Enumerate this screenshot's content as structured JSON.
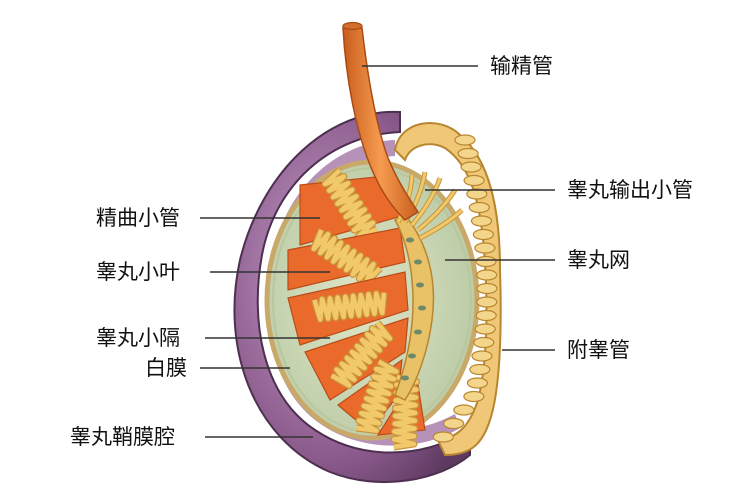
{
  "labels": {
    "vas_deferens": "输精管",
    "efferent_ductules": "睾丸输出小管",
    "rete_testis": "睾丸网",
    "epididymis": "附睾管",
    "seminiferous_tubule": "精曲小管",
    "lobule": "睾丸小叶",
    "septum": "睾丸小隔",
    "tunica_albuginea": "白膜",
    "tunica_vaginalis_cavity": "睾丸鞘膜腔"
  },
  "colors": {
    "tunica_vaginalis": "#7b4e7a",
    "tunica_vaginalis_light": "#b58ab8",
    "albuginea_border": "#c8a96a",
    "testis_interior": "#cfd8b8",
    "lobule_fill": "#e96a2b",
    "tubule": "#f2c96a",
    "tubule_edge": "#c9953c",
    "vas_deferens": "#e8843a",
    "epididymis": "#efc777"
  }
}
